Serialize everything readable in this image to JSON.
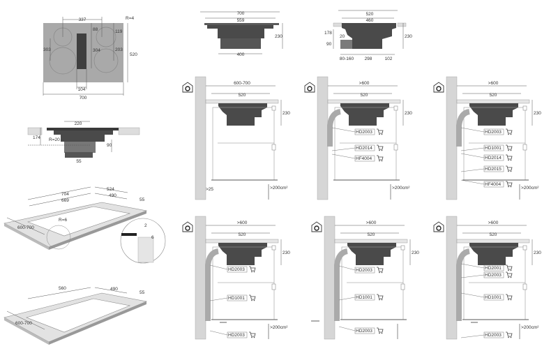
{
  "hob_top_view": {
    "width": "700",
    "depth": "520",
    "zone_spacing": "337",
    "radius": "R=4",
    "vent_offset": "88",
    "right_top": "119",
    "left_span": "303",
    "center_span": "304",
    "right_span": "203",
    "vent_width": "104"
  },
  "hob_side_front": {
    "overall": "700",
    "inner": "559",
    "height": "230",
    "base": "400"
  },
  "hob_side_profile": {
    "overall": "520",
    "inner": "460",
    "height": "230",
    "drop": "178",
    "gap": "20",
    "outlet": "90",
    "range": "80-160",
    "body": "298",
    "rear": "102"
  },
  "hob_section": {
    "width": "220",
    "depth": "174",
    "radius": "R=20",
    "outlet": "90",
    "offset": "55"
  },
  "cutout_flush": {
    "outer_width": "704",
    "inner_width": "669",
    "outer_depth": "524",
    "inner_depth": "490",
    "edge": "55",
    "radius": "R=6",
    "worktop": "600-700",
    "detail_gap": "2",
    "detail_depth": "6"
  },
  "cutout_standard": {
    "width": "560",
    "depth": "490",
    "edge": "55",
    "worktop": "600-700"
  },
  "panels": [
    {
      "icon": "recirculation-icon",
      "width": "600-700",
      "inner": "520",
      "height": "230",
      "vent": ">200cm²",
      "wall_gap": ">25",
      "parts": []
    },
    {
      "icon": "recirculation-icon",
      "width": ">600",
      "inner": "520",
      "height": "230",
      "vent": ">200cm²",
      "parts": [
        "HD2003",
        "HD2014",
        "HF4004"
      ]
    },
    {
      "icon": "recirculation-icon",
      "width": ">600",
      "inner": "520",
      "height": "230",
      "vent": ">200cm²",
      "parts": [
        "HD2003",
        "HD1001",
        "HD2014",
        "HD2015",
        "HF4004"
      ]
    },
    {
      "icon": "recirculation-icon",
      "width": ">600",
      "inner": "520",
      "height": "230",
      "vent": ">200cm²",
      "parts": [
        "HD2003",
        "HD1001",
        "HD2003"
      ]
    },
    {
      "icon": "extraction-icon",
      "width": ">600",
      "inner": "520",
      "height": "230",
      "vent": "",
      "parts": [
        "HD2003",
        "HD1001",
        "HD2003"
      ]
    },
    {
      "icon": "recirculation-icon",
      "width": ">600",
      "inner": "520",
      "height": "230",
      "vent": ">200cm²",
      "parts": [
        "HD2001",
        "HD2003",
        "HD1001",
        "HD2003"
      ]
    }
  ],
  "colors": {
    "hob": "#a9a9a9",
    "dark": "#4a4a4a",
    "wall": "#d6d6d6"
  }
}
